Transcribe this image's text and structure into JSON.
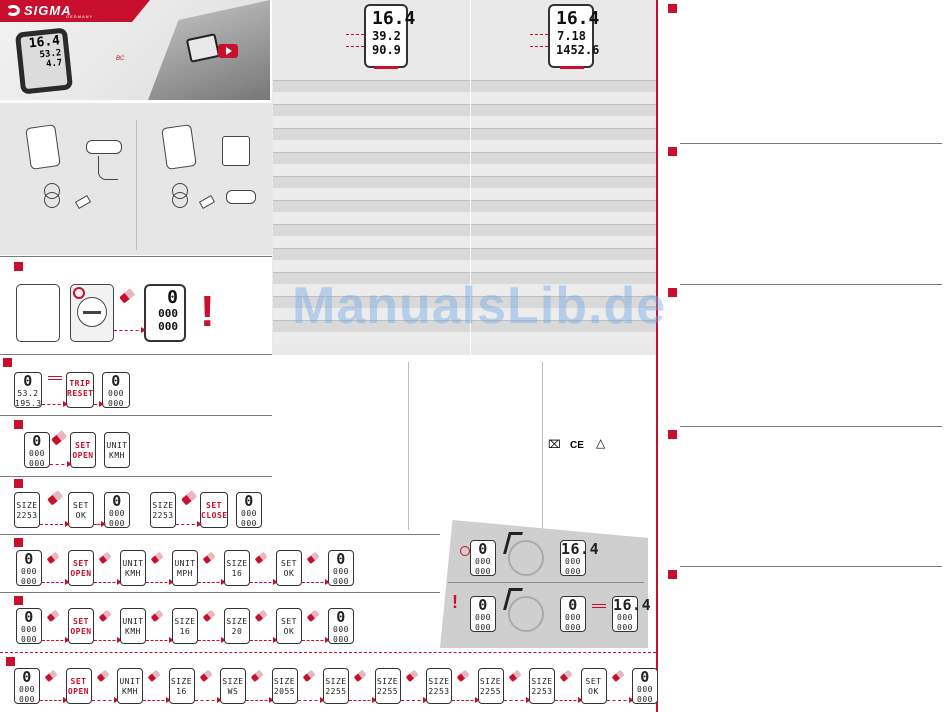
{
  "brand": {
    "name": "SIGMA",
    "subtitle": "GERMANY",
    "logo_color": "#c8102e"
  },
  "colors": {
    "accent": "#c8102e",
    "panel_gray": "#e6e6e6",
    "dark": "#333333"
  },
  "hero": {
    "device_lines": [
      "16.4",
      "53.2",
      "4.7"
    ],
    "model_mark": "BC"
  },
  "header_displays": {
    "left": [
      "16.4",
      "39.2",
      "90.9"
    ],
    "right": [
      "16.4",
      "7.18",
      "1452.6"
    ]
  },
  "section_b": {
    "display": [
      "0",
      "000",
      "000"
    ]
  },
  "section_c": {
    "d1": [
      "0",
      "53.2",
      "195.3"
    ],
    "d2": [
      "TRIP",
      "RESET"
    ],
    "d3": [
      "0",
      "000",
      "000"
    ]
  },
  "section_d": {
    "d1": [
      "0",
      "000",
      "000"
    ],
    "d2": [
      "SET",
      "OPEN"
    ],
    "d3": [
      "UNIT",
      "KMH"
    ]
  },
  "section_e": {
    "d1": [
      "SIZE",
      "2253"
    ],
    "d2": [
      "SET",
      "OK"
    ],
    "d3": [
      "0",
      "000",
      "000"
    ],
    "d4": [
      "SIZE",
      "2253"
    ],
    "d5": [
      "SET",
      "CLOSE"
    ],
    "d6": [
      "0",
      "000",
      "000"
    ]
  },
  "section_f": {
    "displays": [
      [
        "0",
        "000",
        "000"
      ],
      [
        "SET",
        "OPEN"
      ],
      [
        "UNIT",
        "KMH"
      ],
      [
        "UNIT",
        "MPH"
      ],
      [
        "SIZE",
        "16"
      ],
      [
        "SET",
        "OK"
      ],
      [
        "0",
        "000",
        "000"
      ]
    ]
  },
  "section_g": {
    "displays": [
      [
        "0",
        "000",
        "000"
      ],
      [
        "SET",
        "OPEN"
      ],
      [
        "UNIT",
        "KMH"
      ],
      [
        "SIZE",
        "16"
      ],
      [
        "SIZE",
        "20"
      ],
      [
        "SET",
        "OK"
      ],
      [
        "0",
        "000",
        "000"
      ]
    ]
  },
  "section_h": {
    "displays": [
      [
        "0",
        "000",
        "000"
      ],
      [
        "SET",
        "OPEN"
      ],
      [
        "UNIT",
        "KMH"
      ],
      [
        "SIZE",
        "16"
      ],
      [
        "SIZE",
        "WS"
      ],
      [
        "SIZE",
        "2055"
      ],
      [
        "SIZE",
        "2255"
      ],
      [
        "SIZE",
        "2255"
      ],
      [
        "SIZE",
        "2253"
      ],
      [
        "SIZE",
        "2255"
      ],
      [
        "SIZE",
        "2253"
      ],
      [
        "SET",
        "OK"
      ],
      [
        "0",
        "000",
        "000"
      ]
    ]
  },
  "scan_panel": {
    "top": [
      "0",
      "000",
      "000"
    ],
    "top_right": [
      "16.4",
      "000",
      "000"
    ],
    "bottom_left": [
      "0",
      "000",
      "000"
    ],
    "bottom_mid": [
      "0",
      "000",
      "000"
    ],
    "bottom_right": [
      "16.4",
      "000",
      "000"
    ]
  },
  "symbols": {
    "weee": "⌧",
    "ce": "CE",
    "recycle": "△"
  },
  "watermark": "ManualsLib.de"
}
